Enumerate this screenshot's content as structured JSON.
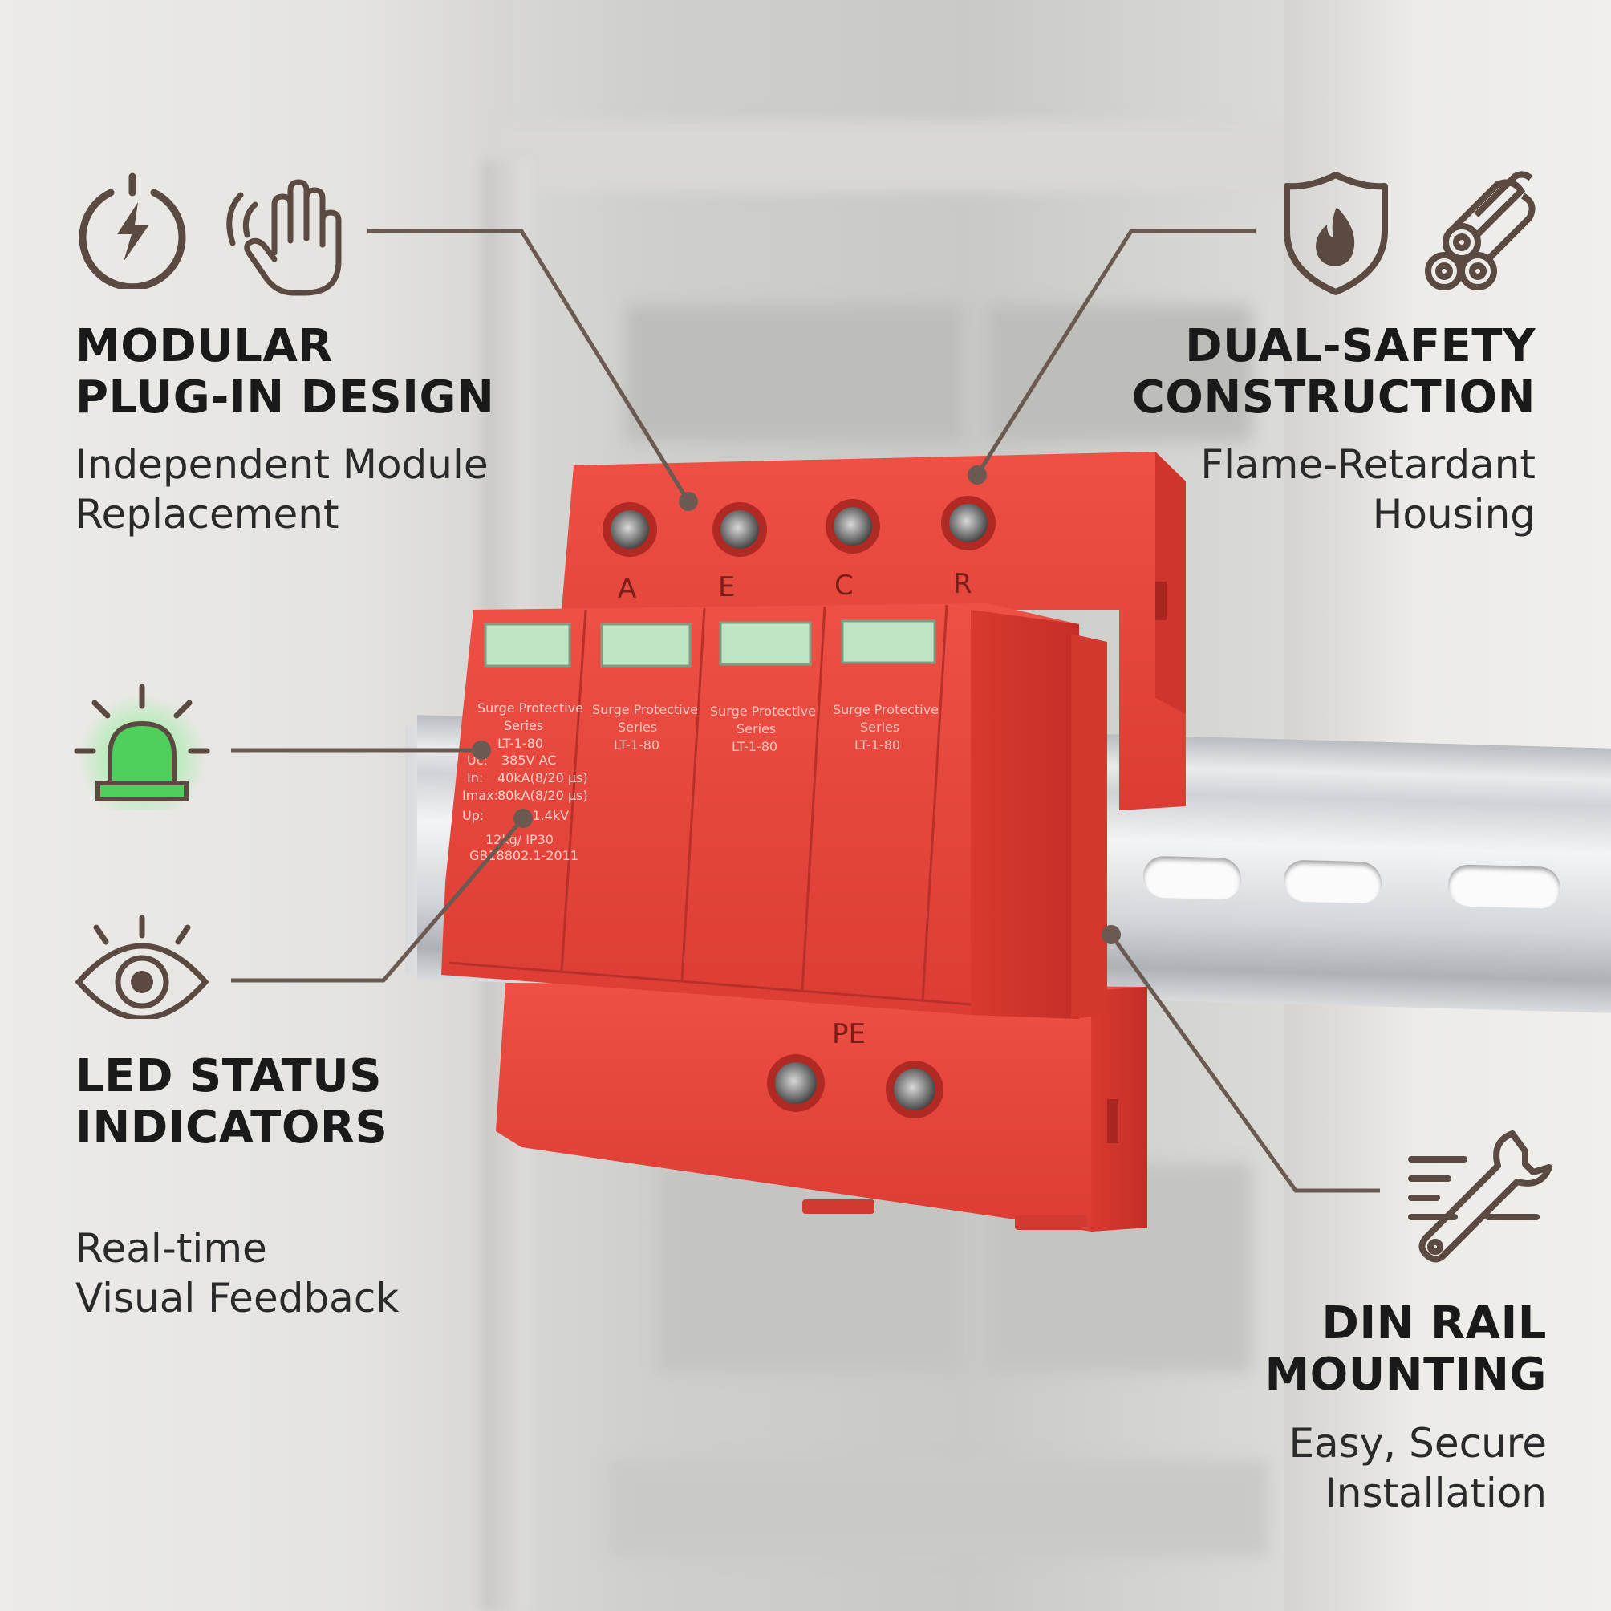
{
  "features": [
    {
      "heading_line1": "MODULAR",
      "heading_line2": "PLUG-IN DESIGN",
      "sub_line1": "Independent Module",
      "sub_line2": "Replacement",
      "icons": [
        "lightning-power-icon",
        "hand-touch-icon"
      ]
    },
    {
      "heading_line1": "DUAL-SAFETY",
      "heading_line2": "CONSTRUCTION",
      "sub_line1": "Flame-Retardant",
      "sub_line2": "Housing",
      "icons": [
        "flame-shield-icon",
        "cable-bundle-icon"
      ]
    },
    {
      "heading_line1": "LED STATUS",
      "heading_line2": "INDICATORS",
      "sub_line1": "Real-time",
      "sub_line2": "Visual Feedback",
      "icons": [
        "green-beacon-icon",
        "eye-icon"
      ]
    },
    {
      "heading_line1": "DIN RAIL",
      "heading_line2": "MOUNTING",
      "sub_line1": "Easy, Secure",
      "sub_line2": "Installation",
      "icons": [
        "wrench-icon"
      ]
    }
  ],
  "device": {
    "terminal_labels": [
      "A",
      "E",
      "C",
      "R"
    ],
    "ground_label": "PE",
    "module_text": {
      "line1": "Surge Protective",
      "line2": "Series",
      "model": "LT-1-80",
      "uc_key": "Uc:",
      "uc_val": "385V AC",
      "in_key": "In:",
      "in_val": "40kA(8/20 μs)",
      "max_key": "Imax:",
      "max_val": "80kA(8/20 μs)",
      "up_key": "Up:",
      "up_val": "≤1.4kV",
      "class_line": "12kg/ IP30",
      "standard": "GB18802.1-2011"
    }
  },
  "colors": {
    "device_red": "#e8453b",
    "device_red_dark": "#c8322b",
    "led_green": "#bfe6c4",
    "icon_stroke": "#5a4a42",
    "leader_line": "#6b5a52",
    "beacon_green": "#4fcf5c"
  }
}
